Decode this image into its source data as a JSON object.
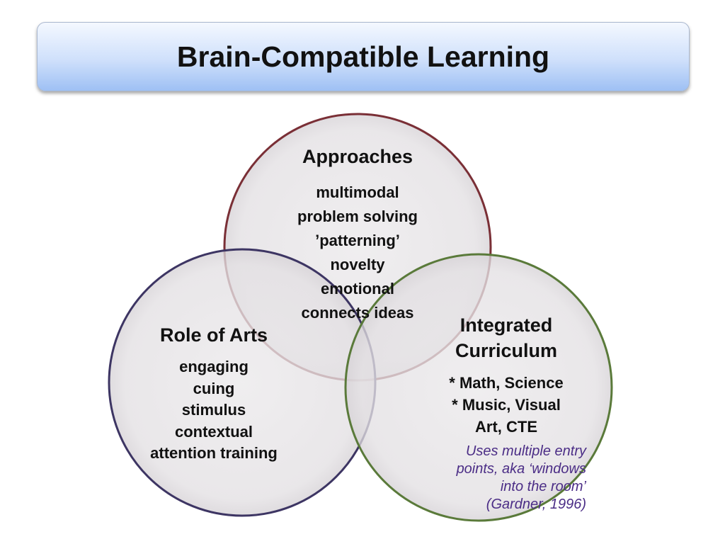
{
  "title": "Brain-Compatible Learning",
  "circles": {
    "approaches": {
      "heading": "Approaches",
      "items": [
        "multimodal",
        "problem solving",
        "’patterning’",
        "novelty",
        "emotional",
        "connects ideas"
      ],
      "stroke": "#7a2f36"
    },
    "arts": {
      "heading": "Role of Arts",
      "items": [
        "engaging",
        "cuing",
        "stimulus",
        "contextual",
        "attention training"
      ],
      "stroke": "#3d3563"
    },
    "curriculum": {
      "heading_lines": [
        "Integrated",
        "Curriculum"
      ],
      "items": [
        "* Math, Science",
        "* Music, Visual",
        "Art, CTE"
      ],
      "quote_lines": [
        "Uses multiple entry",
        "points, aka ‘windows",
        "into the room’",
        "(Gardner, 1996)"
      ],
      "stroke": "#5a7a3a",
      "quote_color": "#4b2d86"
    }
  },
  "fill_color": "#e6e4e6"
}
